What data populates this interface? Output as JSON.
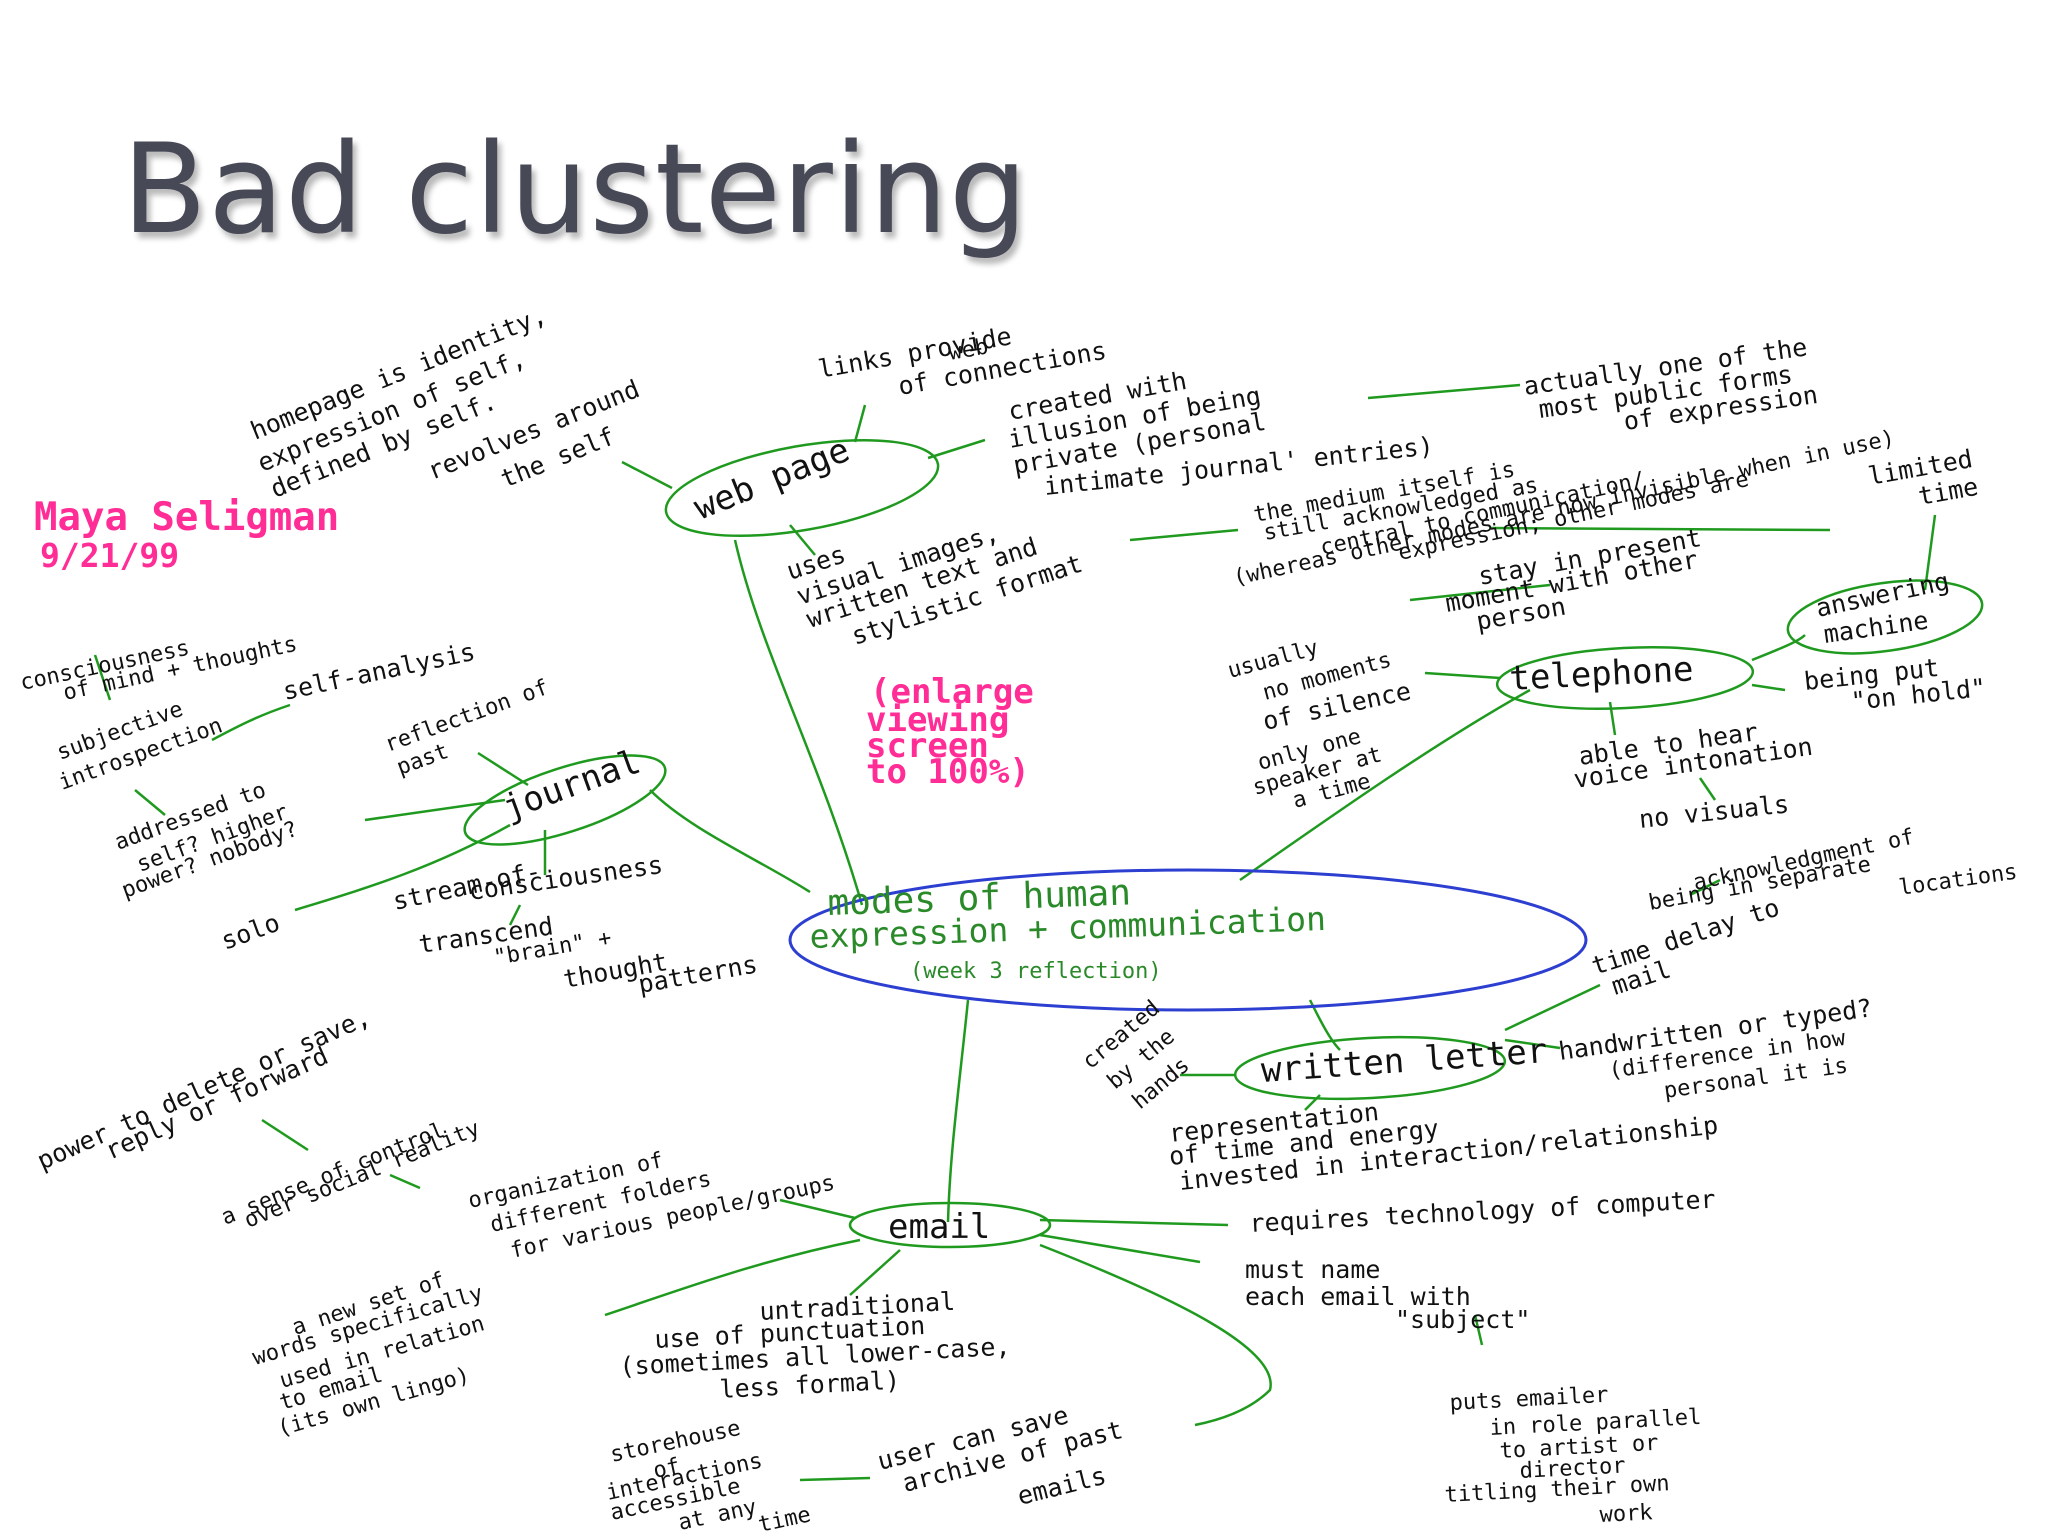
{
  "slide": {
    "title": "Bad clustering"
  },
  "author": {
    "name": "Maya Seligman",
    "date": "9/21/99"
  },
  "note": [
    "(enlarge",
    "viewing",
    "screen",
    "to 100%)"
  ],
  "center": {
    "lines": [
      "modes of human",
      "expression + communication"
    ],
    "sub": "(week 3 reflection)"
  },
  "nodes": {
    "web_page": "web page",
    "journal": "journal",
    "telephone": "telephone",
    "answering_machine": [
      "answering",
      "machine"
    ],
    "written_letter": "written letter",
    "email": "email"
  },
  "web_page_notes": {
    "homepage": [
      "homepage is identity,",
      "expression of self,",
      "defined by self."
    ],
    "revolves": [
      "revolves around",
      "the self"
    ],
    "links": [
      "links provide",
      "web",
      "of connections"
    ],
    "illusion": [
      "created with",
      "illusion of being",
      "private (personal",
      "intimate journal' entries)"
    ],
    "public": [
      "actually one of the",
      "most public forms",
      "of expression"
    ],
    "uses": [
      "uses",
      "visual images,",
      "written text and",
      "stylistic format"
    ]
  },
  "journal_notes": {
    "consciousness": [
      "consciousness",
      "of mind + thoughts"
    ],
    "subjective": [
      "subjective",
      "introspection"
    ],
    "self_analysis": "self-analysis",
    "reflection": [
      "reflection of",
      "past"
    ],
    "addressed": [
      "addressed to",
      "self? higher",
      "power? nobody?"
    ],
    "solo": "solo",
    "stream": [
      "stream-of-",
      "consciousness"
    ],
    "transcend": [
      "transcend",
      "\"brain\" +",
      "thought",
      "patterns"
    ]
  },
  "telephone_notes": {
    "medium": [
      "the medium itself is",
      "still acknowledged as",
      "central to communication/",
      "expression; other modes are",
      "(whereas other modes are now invisible when in use)"
    ],
    "limited": [
      "limited",
      "time"
    ],
    "stay": [
      "stay in present",
      "moment with other",
      "person"
    ],
    "silence": [
      "usually",
      "no",
      "moments",
      "of silence"
    ],
    "speaker": [
      "only one",
      "speaker at",
      "a time"
    ],
    "hold": [
      "being put",
      "\"on hold\""
    ],
    "voice": [
      "able to hear",
      "voice intonation"
    ],
    "visuals": "no visuals"
  },
  "letter_notes": {
    "acknowledgment": [
      "acknowledgment of",
      "being in separate",
      "locations"
    ],
    "delay": [
      "time delay to",
      "mail"
    ],
    "handwritten": [
      "handwritten or typed?",
      "(difference in how",
      "personal it is"
    ],
    "hands": [
      "created",
      "by the",
      "hands"
    ],
    "representation": [
      "representation",
      "of time and energy",
      "invested in interaction/relationship"
    ]
  },
  "email_notes": {
    "power": [
      "power to delete or save,",
      "reply or forward"
    ],
    "control": [
      "a sense of control",
      "over social reality"
    ],
    "folders": [
      "organization of",
      "different folders",
      "for various people/groups"
    ],
    "technology": "requires technology of computer",
    "subject": [
      "must name",
      "each email with",
      "\"subject\""
    ],
    "words": [
      "a new set of",
      "words specifically",
      "used in relation",
      "to email",
      "(its own lingo)"
    ],
    "punctuation": [
      "untraditional",
      "use of punctuation",
      "(sometimes all lower-case,",
      "less formal)"
    ],
    "emailer": [
      "puts emailer",
      "in role parallel",
      "to artist or",
      "director",
      "titling their own",
      "work"
    ],
    "archive": [
      "user can save",
      "archive of past",
      "emails"
    ],
    "storehouse": [
      "storehouse",
      "of",
      "interactions",
      "accessible",
      "at any",
      "time"
    ]
  }
}
